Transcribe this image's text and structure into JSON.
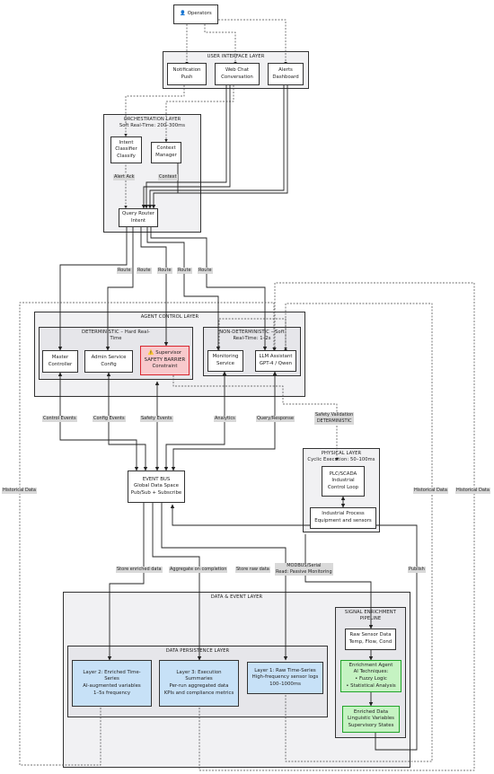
{
  "nodes": {
    "operators": "👤 Operators",
    "ui_layer": "USER INTERFACE LAYER",
    "notification_push": [
      "Notification",
      "Push"
    ],
    "web_chat": [
      "Web Chat",
      "Conversation"
    ],
    "alerts_dashboard": [
      "Alerts",
      "Dashboard"
    ],
    "orch_layer": [
      "ORCHESTRATION LAYER",
      "Soft Real-Time: 200–300ms"
    ],
    "intent_classifier": [
      "Intent",
      "Classifier",
      "Classify"
    ],
    "context_manager": [
      "Context",
      "Manager"
    ],
    "query_router": [
      "Query Router",
      "Intent"
    ],
    "agent_layer": "AGENT CONTROL LAYER",
    "deterministic": [
      "DETERMINISTIC – Hard Real-",
      "Time"
    ],
    "nondeterministic": [
      "NON-DETERMINISTIC – Soft",
      "Real-Time: 1–2s"
    ],
    "master_controller": [
      "Master",
      "Controller"
    ],
    "admin_service": [
      "Admin Service",
      "Config"
    ],
    "supervisor": [
      "⚠️ Supervisor",
      "SAFETY BARRIER",
      "Constraint"
    ],
    "monitoring_service": [
      "Monitoring",
      "Service"
    ],
    "llm_assistant": [
      "LLM Assistant",
      "GPT-4 / Qwen"
    ],
    "event_bus": [
      "EVENT BUS",
      "Global Data Space",
      "Pub/Sub + Subscribe"
    ],
    "physical_layer": [
      "PHYSICAL LAYER",
      "Cyclic Execution: 50–100ms"
    ],
    "plc_scada": [
      "PLC/SCADA",
      "Industrial",
      "Control Loop"
    ],
    "industrial_process": [
      "Industrial Process",
      "Equipment and sensors"
    ],
    "data_layer": "DATA & EVENT LAYER",
    "persistence_layer": "DATA PERSISTENCE LAYER",
    "layer2": [
      "Layer 2: Enriched Time-",
      "Series",
      "AI-augmented variables",
      "1–5s frequency"
    ],
    "layer3": [
      "Layer 3: Execution",
      "Summaries",
      "Per-run aggregated data",
      "KPIs and compliance metrics"
    ],
    "layer1": [
      "Layer 1: Raw Time-Series",
      "High-frequency sensor logs",
      "100–1000ms"
    ],
    "signal_pipeline": [
      "SIGNAL ENRICHMENT",
      "PIPELINE"
    ],
    "raw_sensor": [
      "Raw Sensor Data",
      "Temp, Flow, Cond"
    ],
    "enrichment_agent": [
      "Enrichment Agent",
      "AI Techniques:",
      "• Fuzzy Logic",
      "• Statistical Analysis"
    ],
    "enriched_data": [
      "Enriched Data",
      "Linguistic Variables",
      "Supervisory States"
    ]
  },
  "edge_labels": {
    "alert_ack": "Alert Ack",
    "context": "Context",
    "route": "Route",
    "control_events": "Control Events",
    "config_events": "Config Events",
    "safety_events": "Safety Events",
    "analytics": "Analytics",
    "query_response": "Query/Response",
    "safety_validation": [
      "Safety Validation",
      "DETERMINISTIC"
    ],
    "historical_data": "Historical Data",
    "store_enriched": "Store enriched data",
    "aggregate": "Aggregate on completion",
    "store_raw": "Store raw data",
    "modbus": [
      "MODBUS/Serial",
      "Read: Passive Monitoring"
    ],
    "publish": "Publish"
  },
  "colors": {
    "layer_bg": "#f1f1f3",
    "supervisor_fill": "#f8c9cc",
    "supervisor_border": "#d8262f",
    "enrichment_fill": "#c5f3c2",
    "enrichment_border": "#22a42a",
    "persistence_fill": "#c7e1f7",
    "edge_label_bg": "#d9d9d9"
  }
}
